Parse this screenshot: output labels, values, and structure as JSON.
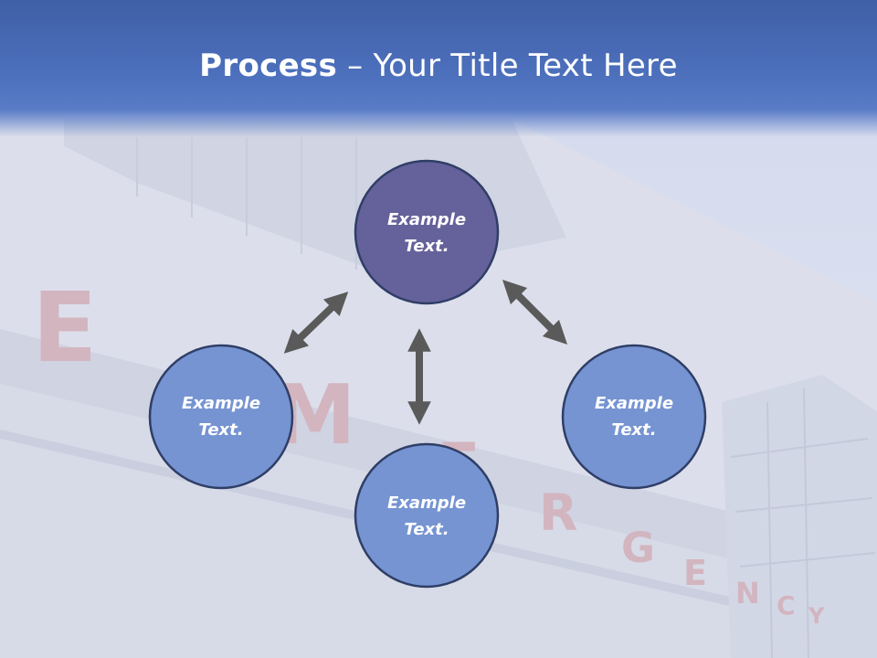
{
  "title": {
    "bold": "Process",
    "separator": " – ",
    "rest": "Your Title Text Here"
  },
  "colors": {
    "header": "#4a6bb8",
    "node_top": "#65619a",
    "node": "#7694d2",
    "node_border": "#2f3e66",
    "arrow": "#5a5a5a"
  },
  "background_image": "emergency-building-photo",
  "nodes": [
    {
      "id": "top",
      "line1": "Example",
      "line2": "Text."
    },
    {
      "id": "left",
      "line1": "Example",
      "line2": "Text."
    },
    {
      "id": "right",
      "line1": "Example",
      "line2": "Text."
    },
    {
      "id": "bottom",
      "line1": "Example",
      "line2": "Text."
    }
  ],
  "arrows": [
    {
      "from": "top",
      "to": "left",
      "direction": "bidirectional"
    },
    {
      "from": "top",
      "to": "right",
      "direction": "bidirectional"
    },
    {
      "from": "top",
      "to": "bottom",
      "direction": "bidirectional"
    }
  ]
}
